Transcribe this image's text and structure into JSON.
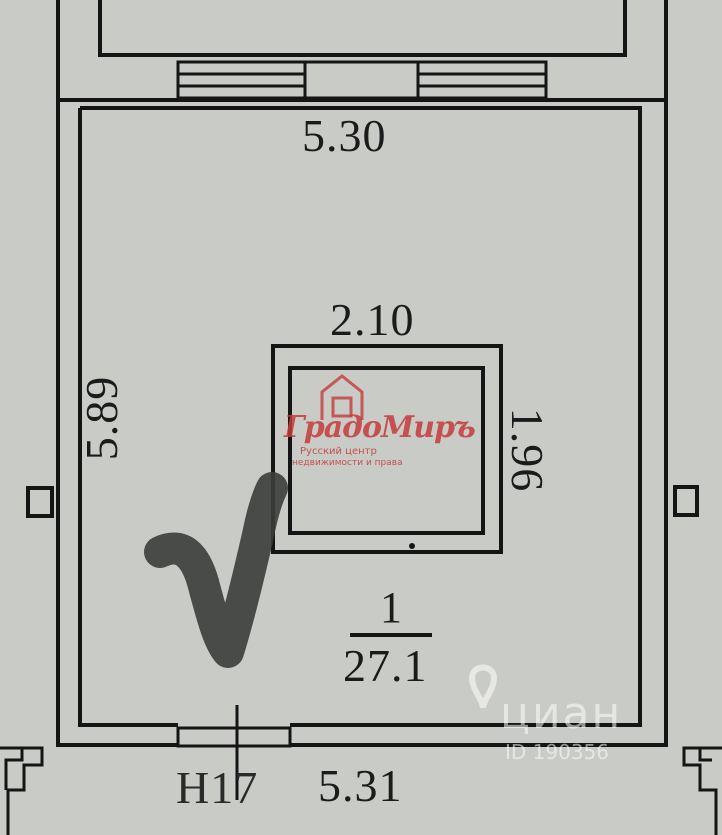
{
  "plan": {
    "top_wall_length": "5.30",
    "left_wall_length": "5.89",
    "column_width": "2.10",
    "column_depth": "1.96",
    "room_number": "1",
    "room_area": "27.1",
    "bottom_wall_length": "5.31",
    "axis_label": "Н17"
  },
  "watermarks": {
    "gradomir_name": "ГрадоМиръ",
    "gradomir_sub1": "Русский центр",
    "gradomir_sub2": "недвижимости и права",
    "cian_name": "циан",
    "cian_id": "ID 190356"
  },
  "colors": {
    "background": "#c9cbc6",
    "line": "#151515",
    "watermark_red": "#c53b3b",
    "check_mark": "#3a3d3a"
  }
}
